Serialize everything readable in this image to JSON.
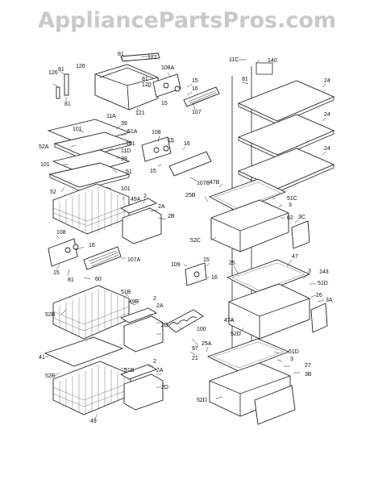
{
  "watermark": "AppliancePartsPros.com",
  "callouts": {
    "c122": "122",
    "c81a": "81",
    "c126a": "126",
    "c81b": "81",
    "c126b": "126",
    "c81c": "81",
    "c81d": "81",
    "c120": "120",
    "c121": "121",
    "c11A": "11A",
    "c108A": "108A",
    "c15a": "15",
    "c16a": "16",
    "c15b": "15",
    "c107": "107",
    "c11C": "11C",
    "c140": "140",
    "c81e": "81",
    "c24a": "24",
    "c24b": "24",
    "c24c": "24",
    "c101a": "101",
    "c39a": "39",
    "c51A": "51A",
    "c52A": "52A",
    "c101b": "101",
    "c11D": "11D",
    "c39b": "39",
    "c101c": "101",
    "c51a": "51",
    "c52a": "52",
    "c101d": "101",
    "c108a": "108",
    "c15c": "15",
    "c16b": "16",
    "c15d": "15",
    "c107B": "107B",
    "c49A": "49A",
    "c2a": "2",
    "c2A": "2A",
    "c2B": "2B",
    "c47B": "47B",
    "c25B": "25B",
    "c51C": "51C",
    "c3a": "3",
    "c62": "62",
    "c3C": "3C",
    "c52C": "52C",
    "c108b": "108",
    "c16c": "16",
    "c15e": "15",
    "c81f": "81",
    "c107A": "107A",
    "c109": "109",
    "c15f": "15",
    "c16d": "16",
    "c25": "25",
    "c47": "47",
    "c3b": "3",
    "c143": "143",
    "c51D": "51D",
    "c26": "26",
    "c3A": "3A",
    "c60": "60",
    "c51B": "51B",
    "c49B": "49B",
    "c52B": "52B",
    "c2b": "2",
    "c2Ab": "2A",
    "c2D": "2D",
    "c100": "100",
    "c47A": "47A",
    "c52D": "52D",
    "c97": "97",
    "c21": "21",
    "c25A": "25A",
    "c51Db": "51D",
    "c3c": "3",
    "c41": "41",
    "c2c": "2",
    "c2Ac": "2A",
    "c2Dc": "2D",
    "c51Bb": "51B",
    "c27": "27",
    "c3B": "3B",
    "c52Db": "52D",
    "c49": "49"
  }
}
